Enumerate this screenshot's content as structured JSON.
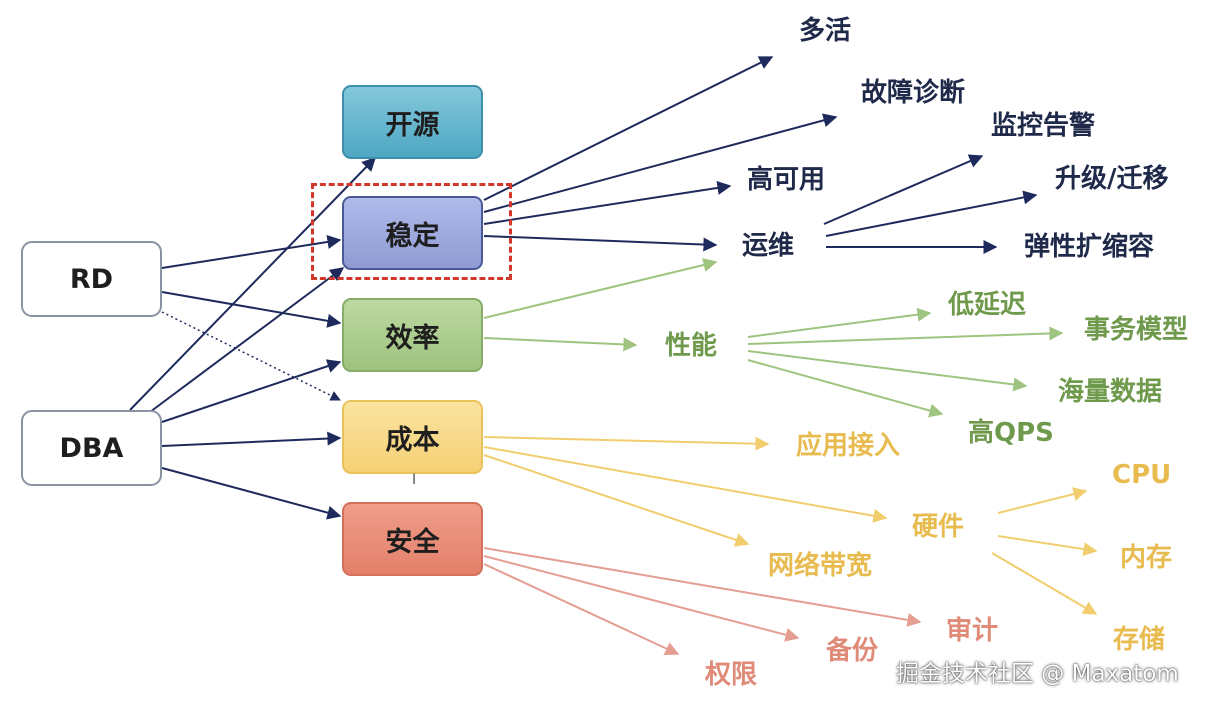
{
  "actors": {
    "rd": "RD",
    "dba": "DBA"
  },
  "pillars": {
    "open_source": "开源",
    "stability": "稳定",
    "efficiency": "效率",
    "cost": "成本",
    "security": "安全"
  },
  "stability_items": {
    "multi_active": "多活",
    "fault_diagnosis": "故障诊断",
    "high_availability": "高可用",
    "ops": "运维",
    "monitoring_alerts": "监控告警",
    "upgrade_migration": "升级/迁移",
    "elastic_scaling": "弹性扩缩容"
  },
  "efficiency_items": {
    "performance": "性能",
    "low_latency": "低延迟",
    "transaction_model": "事务模型",
    "massive_data": "海量数据",
    "high_qps": "高QPS"
  },
  "cost_items": {
    "app_access": "应用接入",
    "hardware": "硬件",
    "network_bandwidth": "网络带宽",
    "cpu": "CPU",
    "memory": "内存",
    "storage": "存储"
  },
  "security_items": {
    "audit": "审计",
    "backup": "备份",
    "permissions": "权限"
  },
  "watermark": "掘金技术社区 @ Maxatom",
  "colors": {
    "open_source": "#5fb3cd",
    "stability": "#97a3d6",
    "efficiency": "#a9c98d",
    "cost": "#f7d784",
    "security": "#e88873",
    "dark_line": "#1f2a5c",
    "green_line": "#9fc480",
    "yellow_line": "#f1cd6d",
    "red_line": "#e49e92",
    "focus_border": "#d2372c"
  }
}
